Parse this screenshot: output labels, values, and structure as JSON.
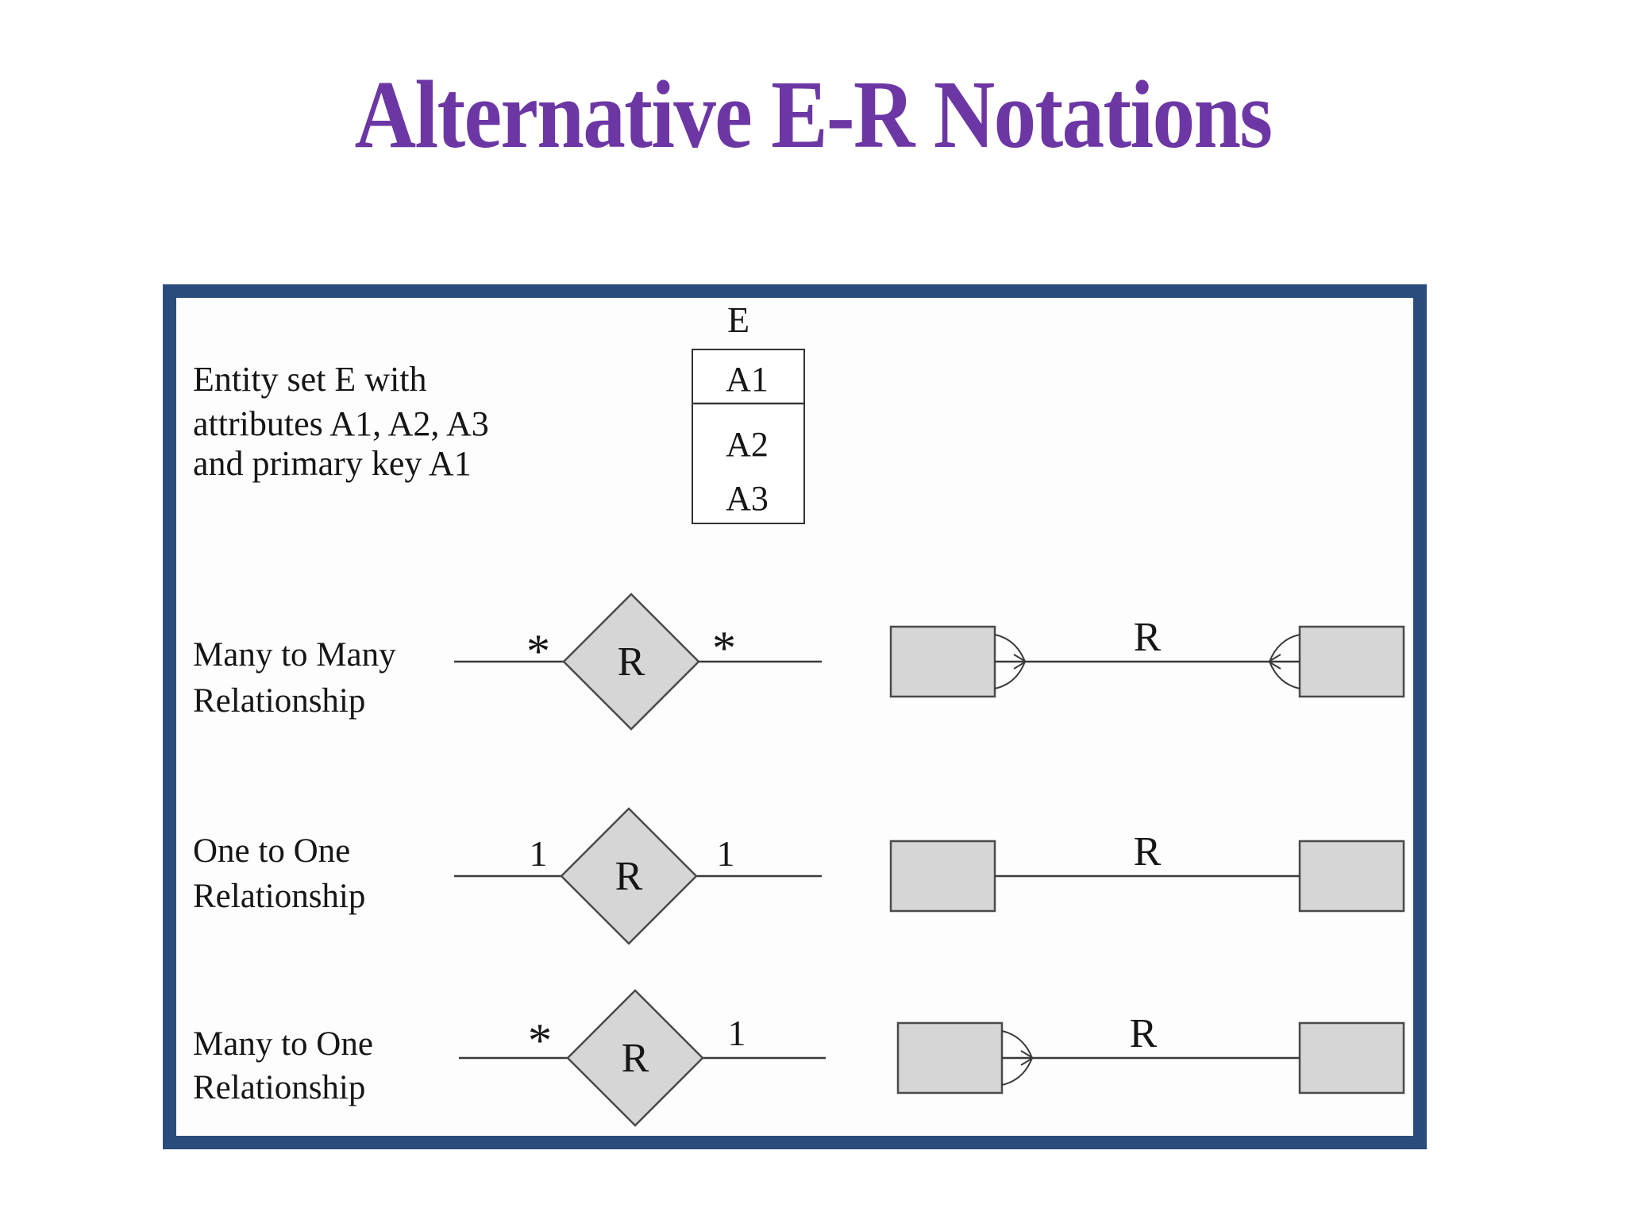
{
  "title": "Alternative E-R Notations",
  "colors": {
    "accent_border": "#2A4C7C",
    "title_purple": "#6C37A5",
    "shape_fill": "#D6D6D6",
    "shape_stroke": "#4A4A4A"
  },
  "entity": {
    "description_line1": "Entity set E with",
    "description_line2": "attributes A1, A2, A3",
    "description_line3": "and primary key A1",
    "name": "E",
    "attributes": [
      "A1",
      "A2",
      "A3"
    ],
    "primary_key": "A1"
  },
  "rows": [
    {
      "label_line1": "Many to Many",
      "label_line2": "Relationship",
      "left_cardinality": "*",
      "right_cardinality": "*",
      "relationship": "R"
    },
    {
      "label_line1": "One to One",
      "label_line2": "Relationship",
      "left_cardinality": "1",
      "right_cardinality": "1",
      "relationship": "R"
    },
    {
      "label_line1": "Many to One",
      "label_line2": "Relationship",
      "left_cardinality": "*",
      "right_cardinality": "1",
      "relationship": "R"
    }
  ]
}
